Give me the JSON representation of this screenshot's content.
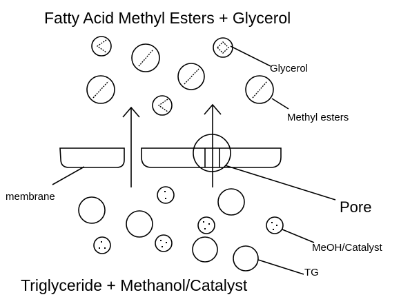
{
  "diagram": {
    "title_top": "Fatty Acid Methyl Esters + Glycerol",
    "title_bottom": "Triglyceride + Methanol/Catalyst",
    "labels": {
      "glycerol": "Glycerol",
      "methyl_esters": "Methyl esters",
      "membrane": "membrane",
      "pore": "Pore",
      "meoh_catalyst": "MeOH/Catalyst",
      "tg": "TG"
    }
  }
}
